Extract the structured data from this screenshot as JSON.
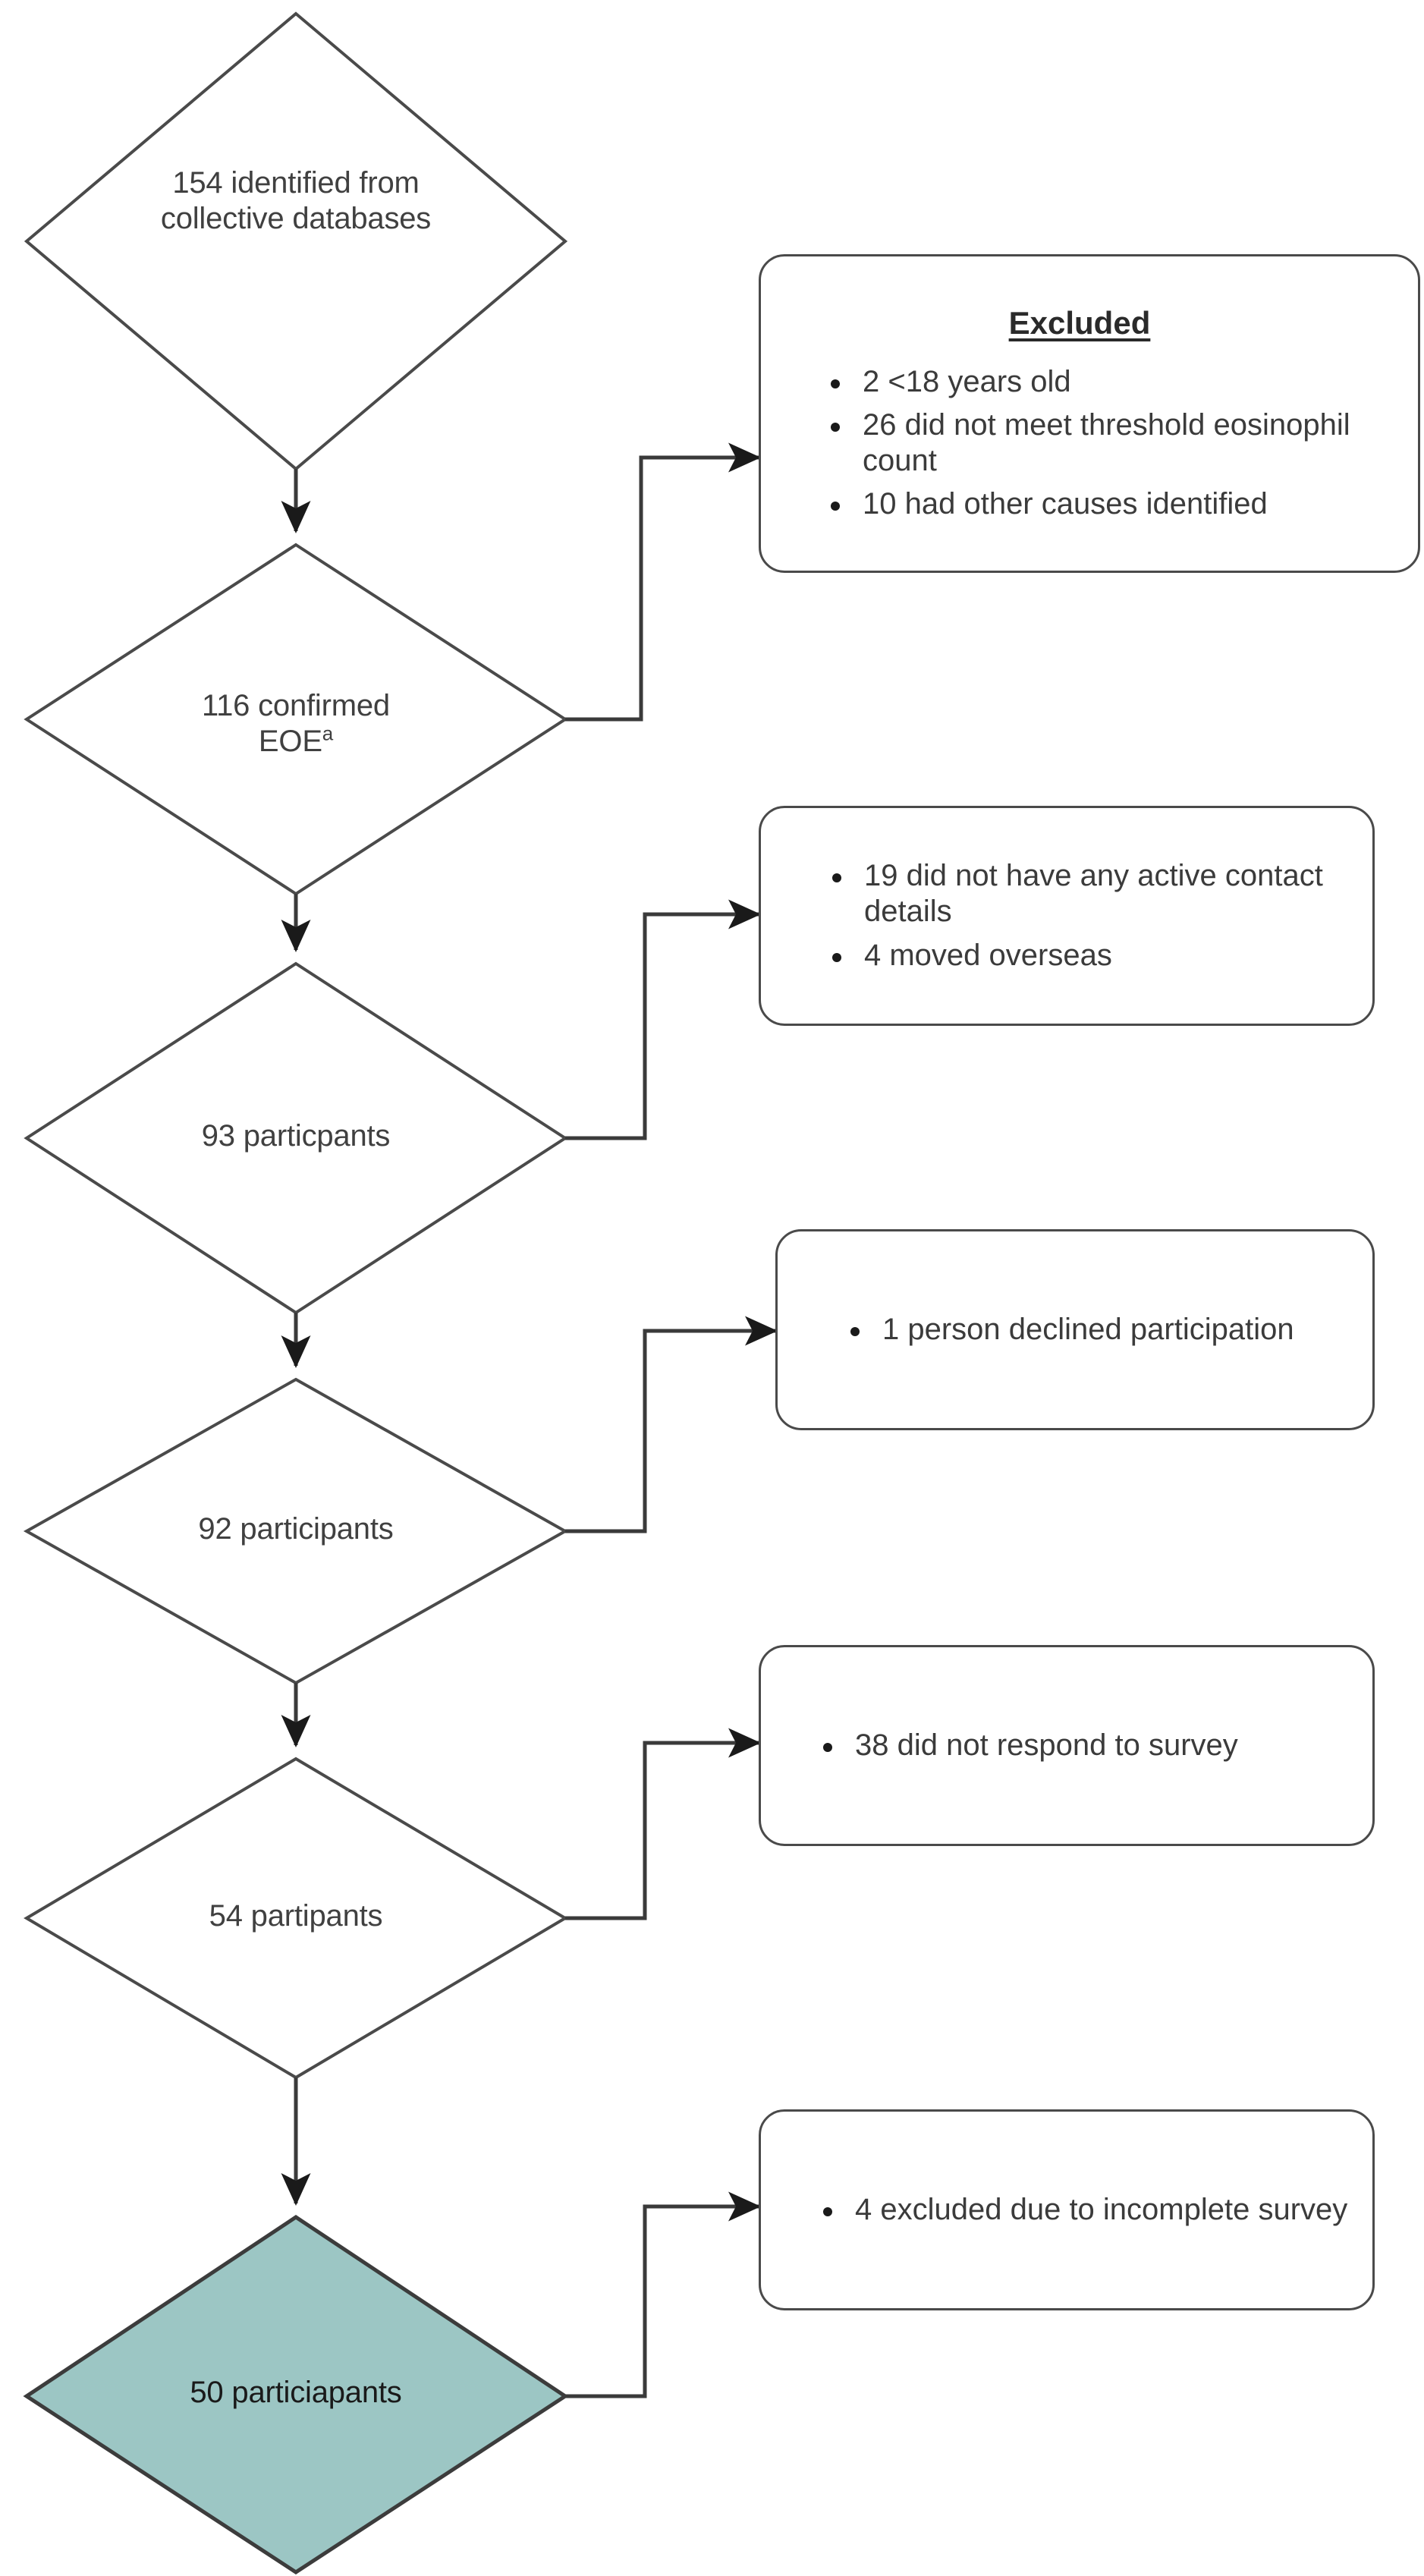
{
  "figure": {
    "type": "participant-flow-diagram",
    "colors": {
      "stroke": "#4a4a4a",
      "arrow": "#1a1a1a",
      "text": "#3b3b3b",
      "final_node_fill": "#9cc6c4",
      "box_fill": "#ffffff",
      "background": "#ffffff"
    }
  },
  "nodes": [
    {
      "id": "identified",
      "shape": "diamond",
      "label": "154 identified from\ncollective databases",
      "count": 154,
      "fill": "#ffffff"
    },
    {
      "id": "confirmed",
      "shape": "diamond",
      "label": "116 confirmed\nEOE",
      "superscript": "a",
      "count": 116,
      "fill": "#ffffff"
    },
    {
      "id": "participants-93",
      "shape": "diamond",
      "label": "93 particpants",
      "count": 93,
      "fill": "#ffffff"
    },
    {
      "id": "participants-92",
      "shape": "diamond",
      "label": "92 participants",
      "count": 92,
      "fill": "#ffffff"
    },
    {
      "id": "participants-54",
      "shape": "diamond",
      "label": "54 partipants",
      "count": 54,
      "fill": "#ffffff"
    },
    {
      "id": "participants-50",
      "shape": "diamond",
      "label": "50 particiapants",
      "count": 50,
      "fill": "#9cc6c4"
    }
  ],
  "exclusion_boxes": [
    {
      "id": "excluded",
      "title": "Excluded",
      "items": [
        "2 <18 years old",
        "26 did not meet threshold eosinophil count",
        "10 had other causes identified"
      ],
      "counts": [
        2,
        26,
        10
      ]
    },
    {
      "id": "contact",
      "title": "",
      "items": [
        "19 did not have any active contact details",
        "4 moved overseas"
      ],
      "counts": [
        19,
        4
      ]
    },
    {
      "id": "declined",
      "title": "",
      "items": [
        "1 person declined participation"
      ],
      "counts": [
        1
      ]
    },
    {
      "id": "noresp",
      "title": "",
      "items": [
        "38 did not respond to survey"
      ],
      "counts": [
        38
      ]
    },
    {
      "id": "incomplete",
      "title": "",
      "items": [
        "4 excluded due to incomplete survey"
      ],
      "counts": [
        4
      ]
    }
  ]
}
